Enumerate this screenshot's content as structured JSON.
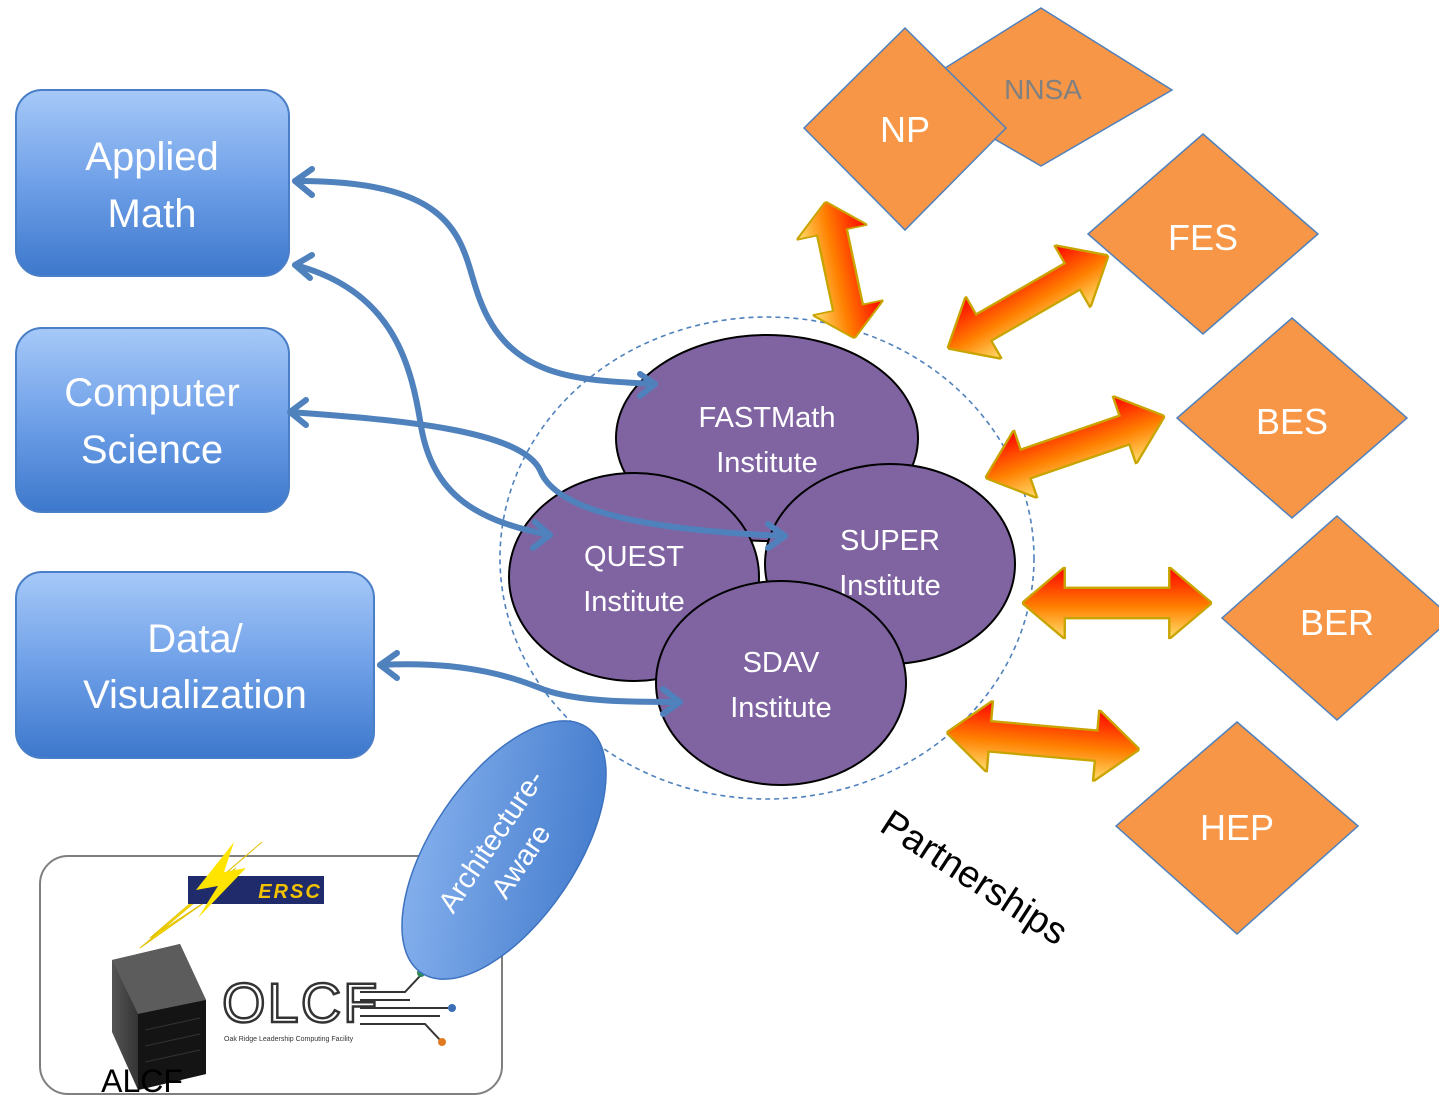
{
  "left_boxes": {
    "applied_math": [
      "Applied",
      "Math"
    ],
    "computer_science": [
      "Computer",
      "Science"
    ],
    "data_visualization": [
      "Data/",
      "Visualization"
    ]
  },
  "institutes": {
    "fastmath": [
      "FASTMath",
      "Institute"
    ],
    "quest": [
      "QUEST",
      "Institute"
    ],
    "super": [
      "SUPER",
      "Institute"
    ],
    "sdav": [
      "SDAV",
      "Institute"
    ]
  },
  "partners": {
    "nnsa": "NNSA",
    "np": "NP",
    "fes": "FES",
    "bes": "BES",
    "ber": "BER",
    "hep": "HEP"
  },
  "architecture_label": [
    "Architecture-",
    "Aware"
  ],
  "partnerships_label": "Partnerships",
  "facilities": {
    "nersc": "NERSC",
    "alcf": "ALCF",
    "olcf": "OLCF",
    "olcf_full": "Oak Ridge Leadership Computing Facility"
  },
  "colors": {
    "box_top": "#9cc2f7",
    "box_bottom": "#3f7bd0",
    "institute_fill": "#8064a2",
    "partner_fill": "#f79646",
    "connector": "#4f81bd",
    "arrow_red": "#ff0000",
    "arrow_yellow": "#ffd700"
  }
}
